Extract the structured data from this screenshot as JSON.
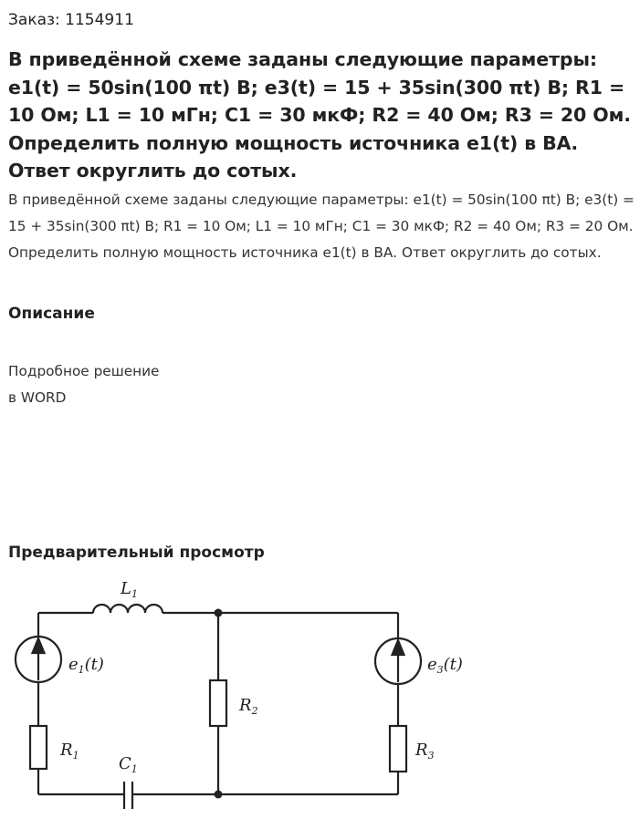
{
  "order": {
    "text": "Заказ: 1154911"
  },
  "title": "В приведённой схеме заданы следующие параметры: e1(t) = 50sin(100 πt) В; e3(t) = 15 + 35sin(300 πt) В; R1 = 10 Ом; L1 = 10 мГн; C1 = 30 мкФ; R2 = 40 Ом; R3 = 20 Ом. Определить полную мощность источника e1(t) в ВА. Ответ округлить до сотых.",
  "description": "В приведённой схеме заданы следующие параметры: e1(t) = 50sin(100 πt) В; e3(t) = 15 + 35sin(300 πt) В; R1 = 10 Ом; L1 = 10 мГн; C1 = 30 мкФ; R2 = 40 Ом; R3 = 20 Ом. Определить полную мощность источника e1(t) в ВА. Ответ округлить до сотых.",
  "sections": {
    "description_heading": "Описание",
    "description_lines": [
      "Подробное решение",
      "в WORD"
    ],
    "preview_heading": "Предварительный просмотр"
  },
  "circuit": {
    "labels": {
      "L": "L",
      "L_sub": "1",
      "e1": "e",
      "e1_sub": "1",
      "e1_arg": "(t)",
      "R1": "R",
      "R1_sub": "1",
      "C": "C",
      "C_sub": "1",
      "R2": "R",
      "R2_sub": "2",
      "e3": "e",
      "e3_sub": "3",
      "e3_arg": "(t)",
      "R3": "R",
      "R3_sub": "3"
    },
    "wire_color": "#222222"
  }
}
